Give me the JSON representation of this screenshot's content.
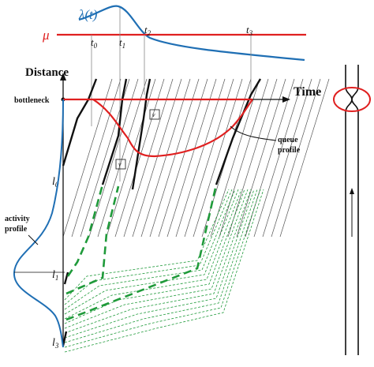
{
  "top_panel": {
    "lambda_label": "λ(t)",
    "mu_label": "μ",
    "time_markers": [
      "t0",
      "t1",
      "t2",
      "t3"
    ],
    "lambda_color": "#1f6fb4",
    "mu_color": "#e02020"
  },
  "axes": {
    "distance_label": "Distance",
    "time_label": "Time",
    "bottleneck_label": "bottleneck"
  },
  "y_markers": {
    "l0": "l0",
    "l1": "l1",
    "l3": "l3"
  },
  "annotations": {
    "queue_profile": [
      "queue",
      "profile"
    ],
    "activity_profile": [
      "activity",
      "profile"
    ],
    "v_label": "v"
  },
  "colors": {
    "queue": "#e02020",
    "activity": "#1f6fb4",
    "trajectory_dash": "#1f9a3a",
    "trajectory_solid": "#111111",
    "background_lines": "#555555"
  }
}
